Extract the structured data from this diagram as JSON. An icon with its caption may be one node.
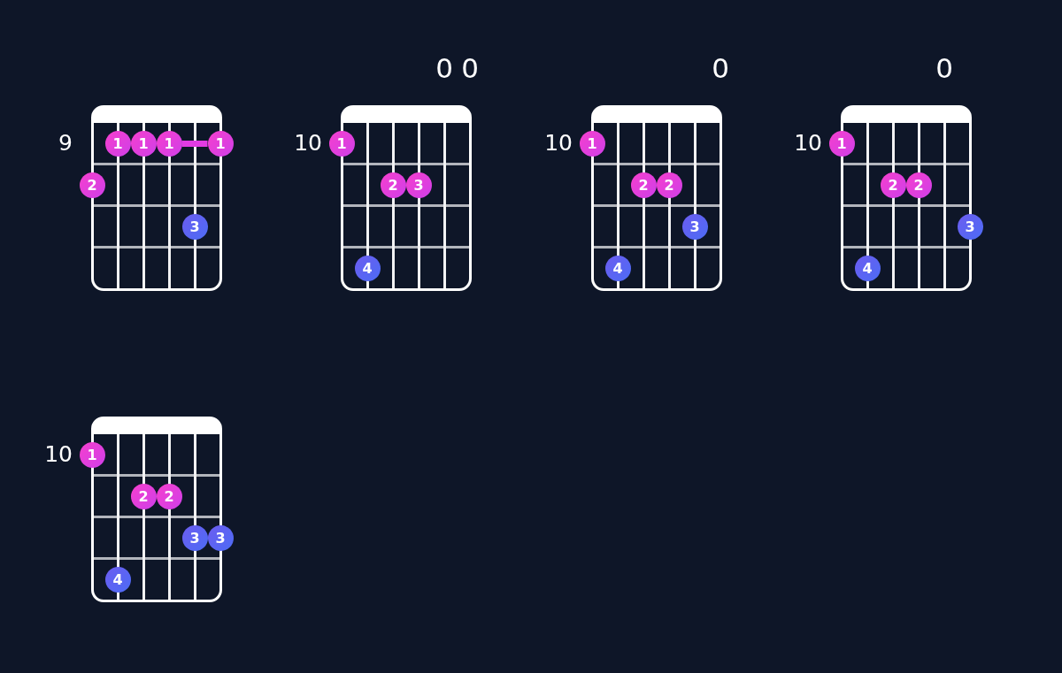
{
  "diagram": {
    "nodes": [
      {
        "text": [],
        "shape": "box",
        "beside": [
          "9"
        ]
      },
      {
        "text": [
          "1"
        ],
        "in": 0
      },
      {
        "text": [
          "1"
        ],
        "in": 0
      },
      {
        "text": [
          "1"
        ],
        "in": 0
      },
      {
        "text": [
          "1"
        ],
        "in": 0
      },
      {
        "text": [
          "2"
        ],
        "in": 0
      },
      {
        "text": [
          "3"
        ],
        "in": 0
      },
      {
        "text": [],
        "shape": "box",
        "beside": [
          "0",
          "0",
          "10"
        ]
      },
      {
        "text": [
          "1"
        ],
        "in": 7
      },
      {
        "text": [
          "2"
        ],
        "in": 7
      },
      {
        "text": [
          "3"
        ],
        "in": 7
      },
      {
        "text": [
          "4"
        ],
        "in": 7
      },
      {
        "text": [],
        "shape": "box",
        "beside": [
          "0",
          "10"
        ]
      },
      {
        "text": [
          "1"
        ],
        "in": 12
      },
      {
        "text": [
          "2"
        ],
        "in": 12
      },
      {
        "text": [
          "2"
        ],
        "in": 12
      },
      {
        "text": [
          "3"
        ],
        "in": 12
      },
      {
        "text": [
          "4"
        ],
        "in": 12
      },
      {
        "text": [],
        "shape": "box",
        "beside": [
          "0",
          "10"
        ]
      },
      {
        "text": [
          "1"
        ],
        "in": 18
      },
      {
        "text": [
          "2"
        ],
        "in": 18
      },
      {
        "text": [
          "2"
        ],
        "in": 18
      },
      {
        "text": [
          "3"
        ],
        "in": 18
      },
      {
        "text": [
          "4"
        ],
        "in": 18
      },
      {
        "text": [],
        "shape": "box",
        "beside": [
          "10"
        ]
      },
      {
        "text": [
          "1"
        ],
        "in": 24
      },
      {
        "text": [
          "2"
        ],
        "in": 24
      },
      {
        "text": [
          "2"
        ],
        "in": 24
      },
      {
        "text": [
          "3"
        ],
        "in": 24
      },
      {
        "text": [
          "3"
        ],
        "in": 24
      },
      {
        "text": [
          "4"
        ],
        "in": 24
      }
    ],
    "edges": [
      {
        "from": 3,
        "to": 4,
        "arrow": "none"
      }
    ]
  }
}
